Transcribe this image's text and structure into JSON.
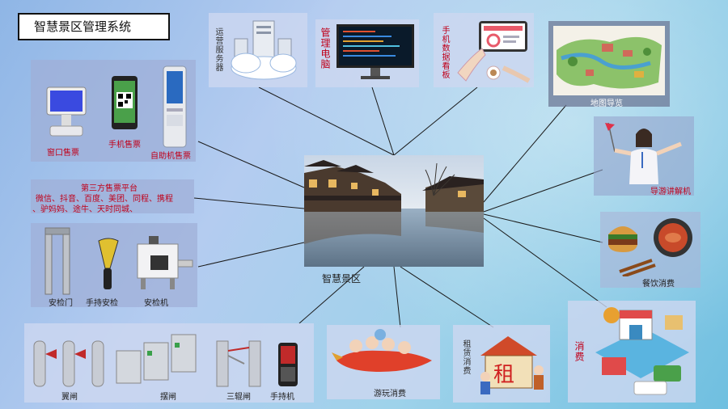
{
  "title": "智慧景区管理系统",
  "center": {
    "label": "智慧景区"
  },
  "nodes": {
    "ops_server": "运营服务器",
    "admin_pc": "管理电脑",
    "mobile_board": "手机数据看板",
    "map_guide": "地图导览",
    "guide_device": "导游讲解机",
    "dining": "餐饮消费",
    "consumption": "消费",
    "rental": "租赁消费",
    "amusement": "游玩消费",
    "window_ticket": "窗口售票",
    "mobile_ticket": "手机售票",
    "kiosk_ticket": "自助机售票",
    "third_party_title": "第三方售票平台",
    "third_party_line1": "微信、抖音、百度、美团、同程、携程",
    "third_party_line2": "、驴妈妈、途牛、天时同城、",
    "security_gate": "安检门",
    "handheld_security": "手持安检",
    "security_machine": "安检机",
    "wing_gate": "翼闸",
    "swing_gate": "摆闸",
    "tripod_gate": "三辊闸",
    "handheld_device": "手持机"
  },
  "colors": {
    "accent_text": "#c0001a",
    "line": "#1a1a1a"
  }
}
